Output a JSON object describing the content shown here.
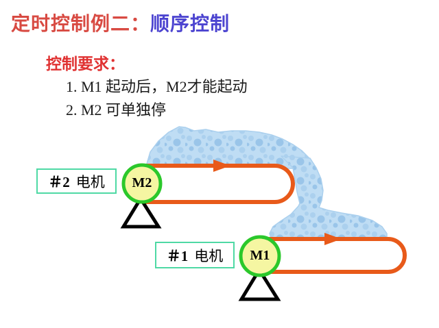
{
  "colors": {
    "title-red": "#D84A42",
    "title-blue": "#4C44D0",
    "accent-red": "#E03232",
    "belt-orange": "#E85A1A",
    "motor-fill": "#F5F6A2",
    "motor-ring": "#2BC82B",
    "label-border": "#4ED9A4",
    "material-base": "#BFDDF4",
    "material-bubble": "#ABD0EE",
    "material-bubble-dark": "#9AC5E9",
    "text-black": "#1A1A1A"
  },
  "title": {
    "part_red": "定时控制例二：",
    "part_blue": "顺序控制"
  },
  "requirements": {
    "heading": "控制要求：",
    "items": [
      "1. M1 起动后，M2才能起动",
      "2. M2 可单独停"
    ]
  },
  "diagram": {
    "belt2": {
      "label_no": "＃2",
      "label_text": "电机",
      "motor_label": "M2"
    },
    "belt1": {
      "label_no": "＃1",
      "label_text": "电机",
      "motor_label": "M1"
    }
  }
}
